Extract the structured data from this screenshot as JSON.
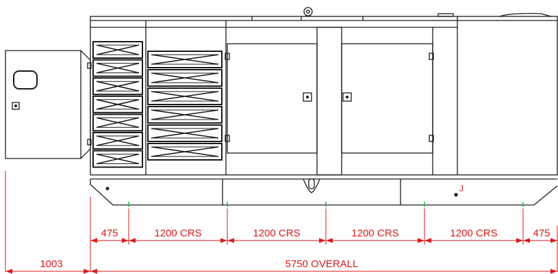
{
  "drawing": {
    "line_color": "#1a1a1a",
    "dimension_color": "#d91a1a",
    "tick_color": "#2bb24c",
    "marker_label": "J"
  },
  "dimensions": {
    "segments": [
      "475",
      "1200 CRS",
      "1200 CRS",
      "1200 CRS",
      "1200 CRS",
      "475"
    ],
    "left_offset": "1003",
    "overall": "5750 OVERALL"
  }
}
